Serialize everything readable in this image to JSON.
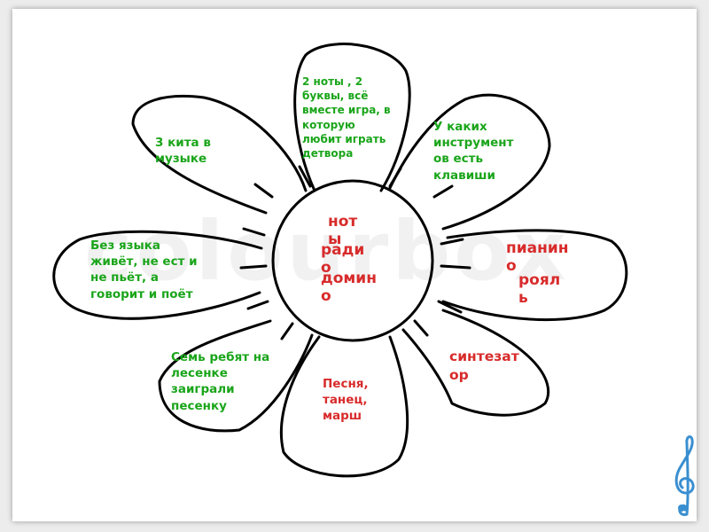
{
  "colors": {
    "question_text": "#1aa51a",
    "answer_text": "#d82b2b",
    "outline": "#000000"
  },
  "watermark": "colourbox",
  "questions": {
    "top": "2 ноты , 2\nбуквы, всё\nвместе игра, в\nкоторую\nлюбит играть\nдетвора",
    "upper_left": "3 кита в\nмузыке",
    "upper_right": "У каких\nинструмент\nов есть\nклавиши",
    "left": "Без языка\nживёт, не ест и\nне пьёт, а\nговорит и поёт",
    "lower_left": "Семь ребят на\nлесенке\nзаиграли\nпесенку"
  },
  "answers": {
    "lower_middle": "Песня,\nтанец,\nмарш",
    "center_notes": "нот\nы",
    "center_radio": "ради\nо",
    "center_domino": "домин\nо",
    "right_piano": "пианин\nо",
    "right_grand_piano": "роял\nь",
    "lower_right": "синтезат\nор"
  },
  "icons": {
    "corner_decoration": "treble-clef-icon"
  }
}
